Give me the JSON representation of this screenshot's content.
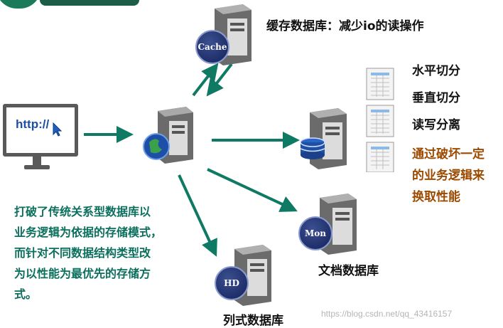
{
  "browser": {
    "url_text": "http://"
  },
  "nodes": {
    "cache_badge": "Cache",
    "mon_badge": "Mon",
    "hd_badge": "HD",
    "cache_label": "缓存数据库：减少io的读操作",
    "doc_label": "文档数据库",
    "column_label": "列式数据库"
  },
  "sharding": {
    "items": [
      "水平切分",
      "垂直切分",
      "读写分离"
    ],
    "tradeoff": [
      "通过破坏一定",
      "的业务逻辑来",
      "换取性能"
    ]
  },
  "description": [
    "打破了传统关系型数据库以",
    "业务逻辑为依据的存储模式，",
    "而针对不同数据结构类型改",
    "为以性能为最优先的存储方",
    "式。"
  ],
  "watermark": "https://blog.csdn.net/qq_43416157",
  "colors": {
    "arrow": "#0f7a64",
    "desc_text": "#0a6f5c",
    "tradeoff_text": "#9c4a00",
    "server_body": "#6b6b6b",
    "badge": "#1b2a6b"
  }
}
